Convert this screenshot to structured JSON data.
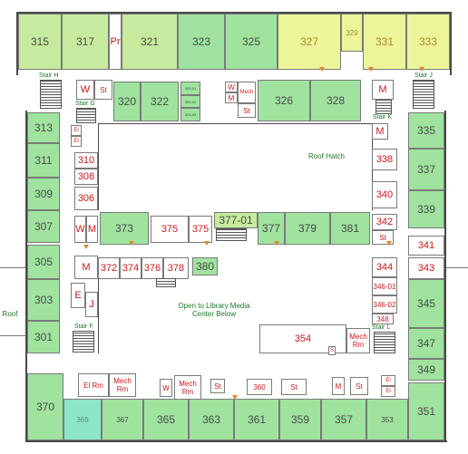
{
  "rooms": {
    "r315": "315",
    "r317": "317",
    "pr": "Pr",
    "r321": "321",
    "r323": "323",
    "r325": "325",
    "r327": "327",
    "r329": "329",
    "r331": "331",
    "r333": "333",
    "w_nw": "W",
    "st_nw": "St",
    "r320": "320",
    "r322": "322",
    "mini1": "305-01",
    "mini2": "305-02",
    "mini3": "305-03",
    "w2": "W",
    "m2": "M",
    "mech_n": "Mech",
    "st_n": "St",
    "r326": "326",
    "r328": "328",
    "m_ne": "M",
    "r313": "313",
    "el1": "El",
    "el2": "El",
    "r310": "310",
    "r308": "308",
    "r306": "306",
    "m_e": "M",
    "r338": "338",
    "r335": "335",
    "r311": "311",
    "r337": "337",
    "r309": "309",
    "r340": "340",
    "r339": "339",
    "r307": "307",
    "w3": "W",
    "m3": "M",
    "r373": "373",
    "r375a": "375",
    "r375b": "375",
    "r377_01": "377-01",
    "r377": "377",
    "r379": "379",
    "r381": "381",
    "r342": "342",
    "st_e": "St",
    "r341": "341",
    "r305": "305",
    "m_w": "M",
    "r372": "372",
    "r374": "374",
    "r376": "376",
    "r378": "378",
    "r380": "380",
    "r344": "344",
    "r343": "343",
    "e_room": "E",
    "j_room": "J",
    "r346_01": "346-01",
    "r346_02": "346-02",
    "r348": "348",
    "r345": "345",
    "r303": "303",
    "r301": "301",
    "r354": "354",
    "mech_rm": "Mech Rm",
    "s_room": "S",
    "r347": "347",
    "r349": "349",
    "r370": "370",
    "elrm": "El Rm",
    "mechrm2": "Mech Rm",
    "w_s": "W",
    "mechrm3": "Mech Rm",
    "st_s1": "St",
    "r360": "360",
    "st_s2": "St",
    "m_s": "M",
    "st_s3": "St",
    "el_s1": "El",
    "el_s2": "El",
    "r369": "369",
    "r367": "367",
    "r365": "365",
    "r363": "363",
    "r361": "361",
    "r359": "359",
    "r357": "357",
    "r353": "353",
    "r351": "351"
  },
  "stairs": {
    "h": "Stair H",
    "j": "Stair J",
    "g": "Stair G",
    "k": "Stair K",
    "f": "Stair F",
    "l": "Stair L"
  },
  "labels": {
    "roof_hatch": "Roof Hatch",
    "library": "Open to Library Media Center Below",
    "roof": "Roof"
  },
  "colors": {
    "room_green": "#9fe39f",
    "room_light_green": "#c6eb9e",
    "room_yellow": "#ecf59a",
    "room_teal": "#8ee6c8",
    "service_text": "#d01818",
    "label_text": "#1a7a2a"
  }
}
